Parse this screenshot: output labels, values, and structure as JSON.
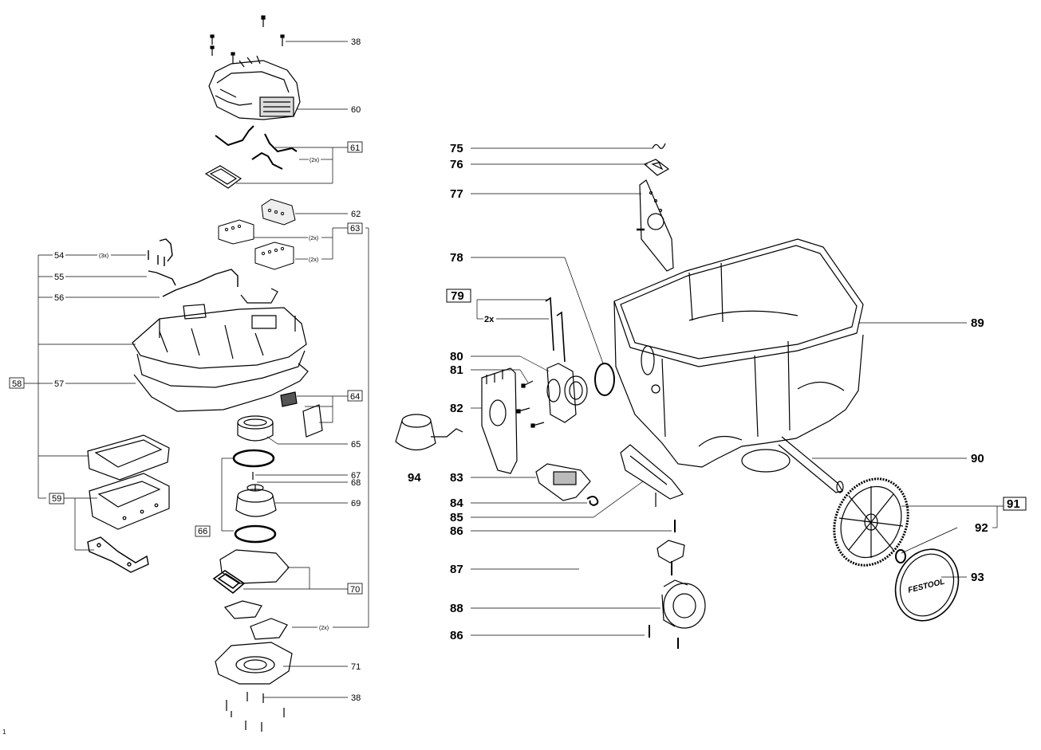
{
  "page_number": "1",
  "left_labels": {
    "n38a": "38",
    "n60": "60",
    "n61": "61",
    "n62": "62",
    "n63": "63",
    "n54": "54",
    "n55": "55",
    "n56": "56",
    "n57": "57",
    "n58": "58",
    "n64": "64",
    "n65": "65",
    "n59": "59",
    "n67": "67",
    "n68": "68",
    "n69": "69",
    "n66": "66",
    "n70": "70",
    "n71": "71",
    "n38b": "38"
  },
  "left_qty": {
    "q61": "(2x)",
    "q63a": "(2x)",
    "q63b": "(2x)",
    "q54": "(3x)",
    "q63c": "(2x)"
  },
  "right_labels": {
    "n75": "75",
    "n76": "76",
    "n77": "77",
    "n78": "78",
    "n79": "79",
    "n80": "80",
    "n81": "81",
    "n82": "82",
    "n83": "83",
    "n84": "84",
    "n85": "85",
    "n86a": "86",
    "n87": "87",
    "n88": "88",
    "n86b": "86",
    "n89": "89",
    "n90": "90",
    "n91": "91",
    "n92": "92",
    "n93": "93",
    "n94": "94"
  },
  "right_qty": {
    "q79": "2x"
  },
  "brand_mark": "FESTOOL"
}
